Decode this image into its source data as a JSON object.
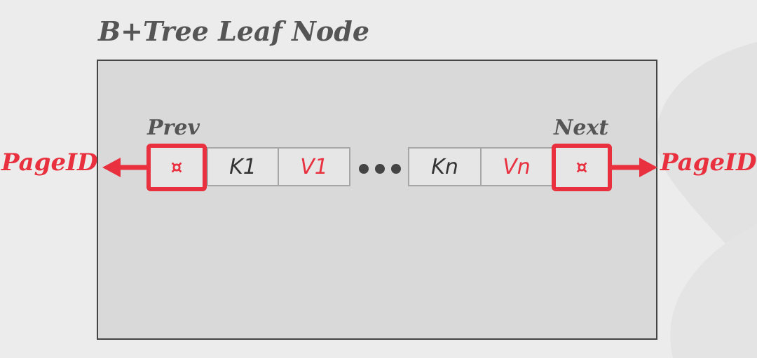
{
  "title": "B+Tree Leaf Node",
  "prev_label": "Prev",
  "next_label": "Next",
  "pointer_glyph": "¤",
  "left_target": "PageID",
  "right_target": "PageID",
  "cells": [
    {
      "text": "K1",
      "kind": "key"
    },
    {
      "text": "V1",
      "kind": "value"
    },
    {
      "text": "Kn",
      "kind": "key"
    },
    {
      "text": "Vn",
      "kind": "value"
    }
  ],
  "colors": {
    "accent": "#e8303f",
    "node_fill": "#d9d9d9",
    "text_gray": "#555555"
  },
  "icons": {
    "prev_pointer": "currency-sign-icon",
    "next_pointer": "currency-sign-icon",
    "ellipsis": "ellipsis-dots-icon"
  }
}
